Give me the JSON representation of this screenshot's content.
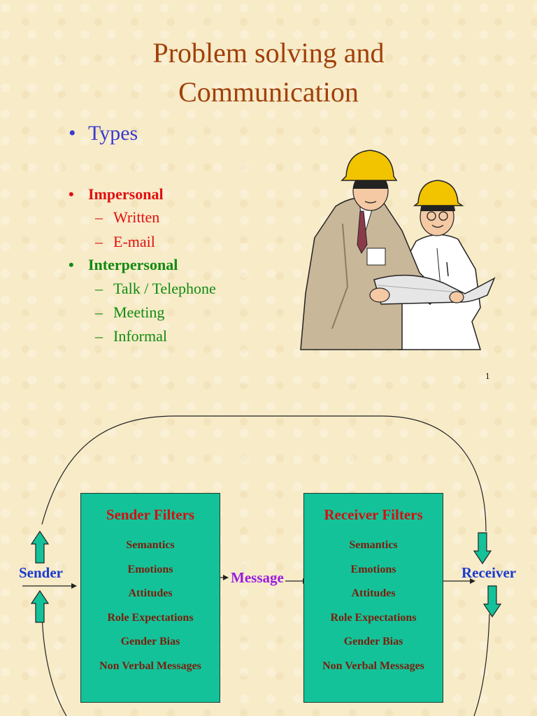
{
  "slide1": {
    "title_line1": "Problem solving and",
    "title_line2": "Communication",
    "bullet_marker": "•",
    "types_label": "Types",
    "impersonal": {
      "label": "Impersonal",
      "items": [
        "Written",
        "E-mail"
      ]
    },
    "interpersonal": {
      "label": "Interpersonal",
      "items": [
        "Talk / Telephone",
        "Meeting",
        "Informal"
      ]
    },
    "dash": "–",
    "page_number": "1",
    "colors": {
      "title": "#a0400a",
      "types": "#3a3ad0",
      "impersonal": "#e01010",
      "interpersonal": "#118a11"
    }
  },
  "slide2": {
    "sender_label": "Sender",
    "receiver_label": "Receiver",
    "message_label": "Message",
    "sender_filters": {
      "title": "Sender Filters",
      "items": [
        "Semantics",
        "Emotions",
        "Attitudes",
        "Role Expectations",
        "Gender Bias",
        "Non Verbal Messages"
      ]
    },
    "receiver_filters": {
      "title": "Receiver Filters",
      "items": [
        "Semantics",
        "Emotions",
        "Attitudes",
        "Role Expectations",
        "Gender Bias",
        "Non Verbal Messages"
      ]
    },
    "colors": {
      "box_fill": "#14c29a",
      "filter_title": "#d21010",
      "filter_item": "#7a1e0a",
      "endpoint": "#1a3ad0",
      "message": "#9a1ae0"
    },
    "icons": [
      "arrow-up-icon",
      "arrow-down-icon"
    ]
  }
}
